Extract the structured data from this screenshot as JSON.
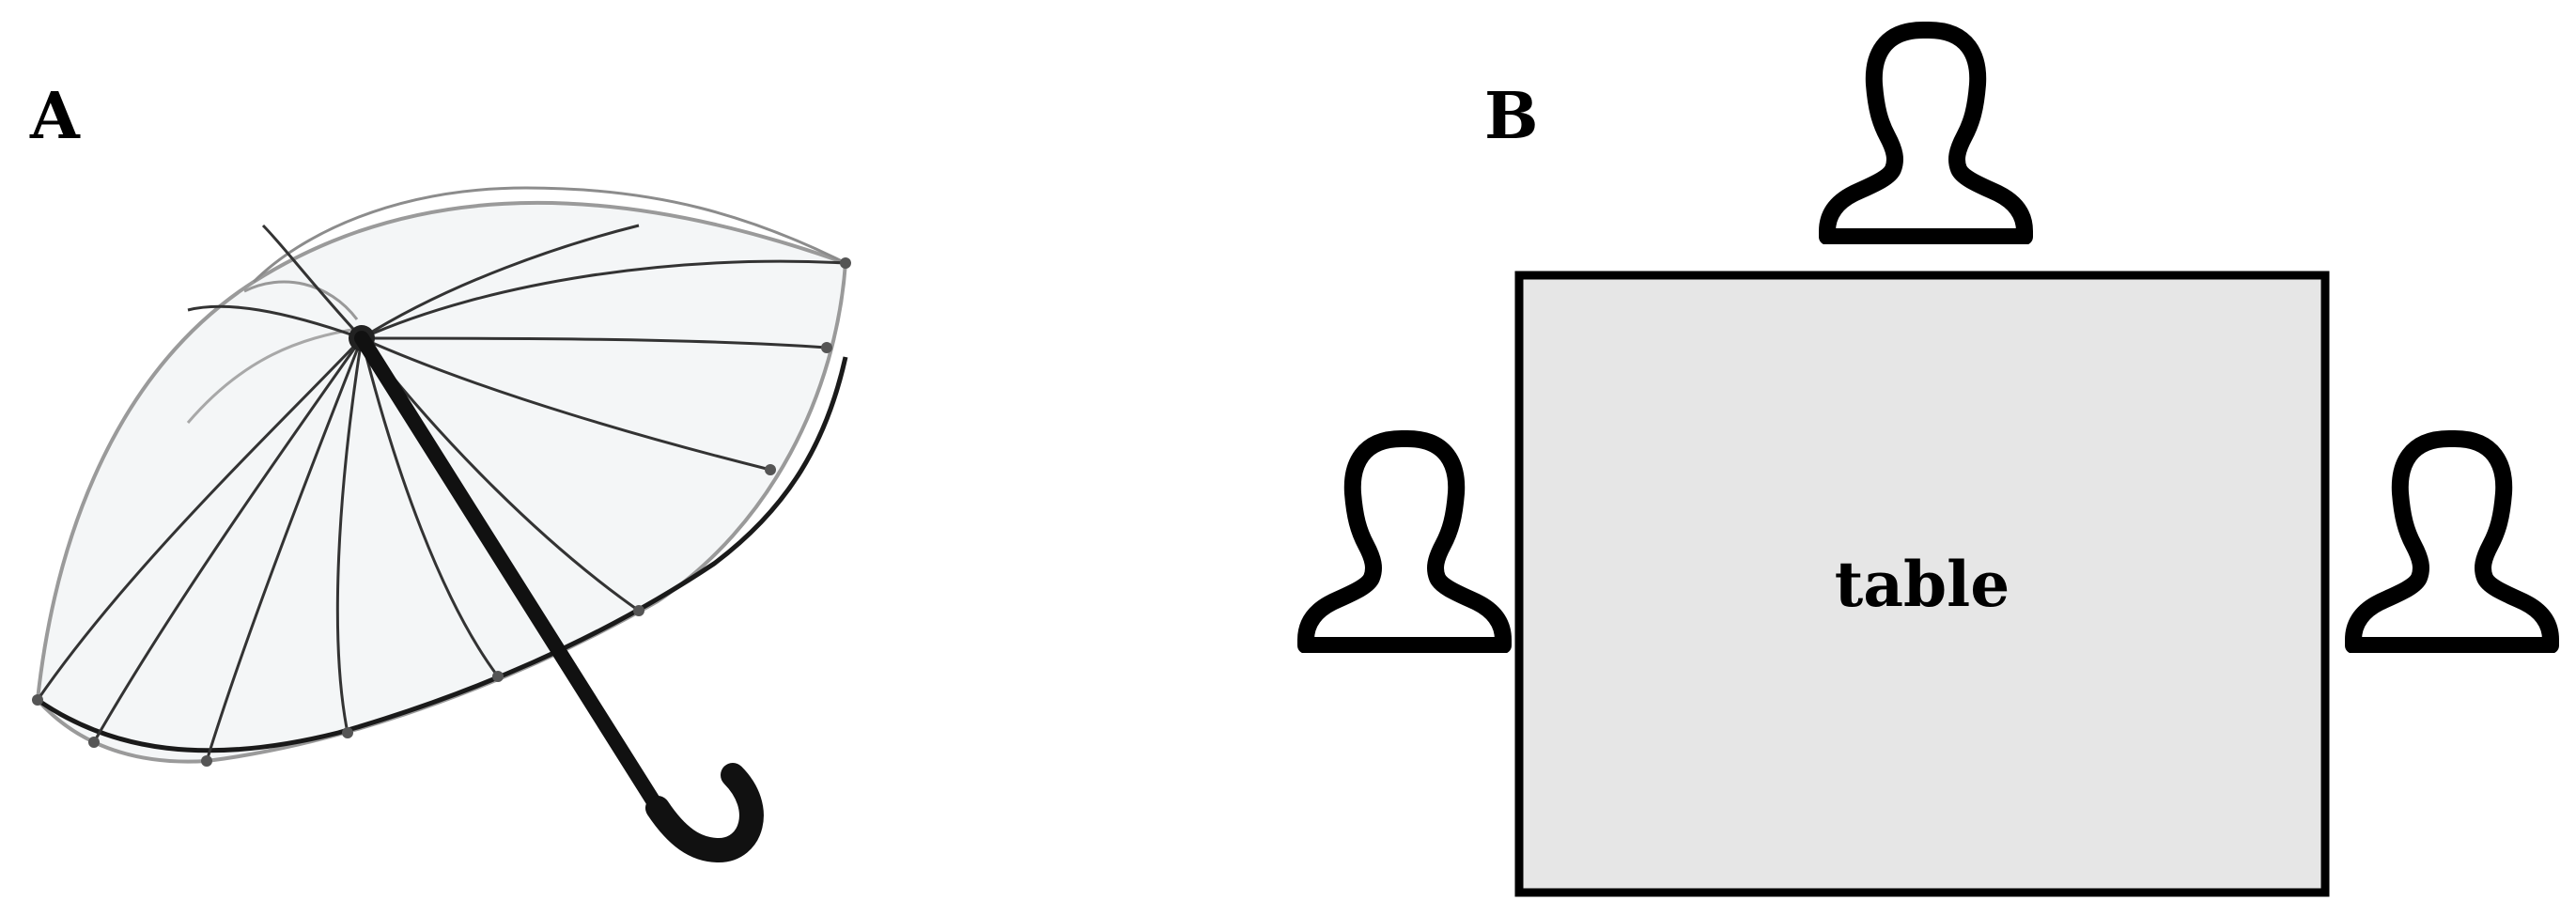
{
  "panels": {
    "a": {
      "label": "A",
      "content": "umbrella-illustration"
    },
    "b": {
      "label": "B",
      "content": "table-with-three-people",
      "table_label": "table"
    }
  },
  "colors": {
    "background": "#ffffff",
    "outline": "#000000",
    "table_fill": "#e6e6e6",
    "canopy": "#f4f6f7"
  },
  "icons": [
    "umbrella-icon",
    "person-icon-top",
    "person-icon-left",
    "person-icon-right"
  ]
}
